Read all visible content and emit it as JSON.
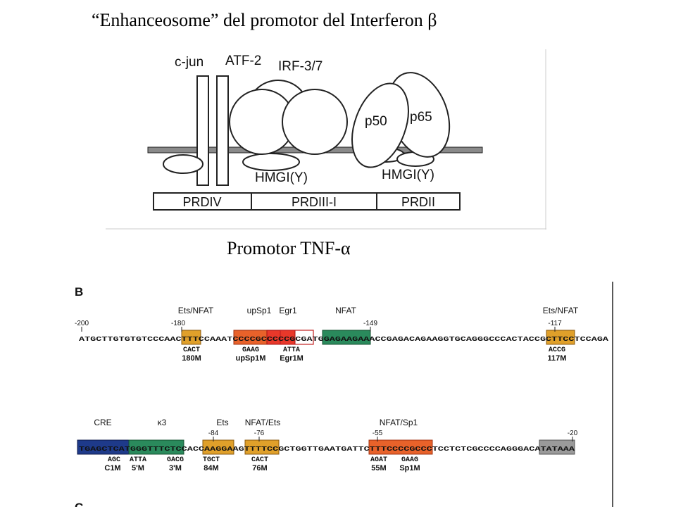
{
  "title": "“Enhanceosome”  del promotor del Interferon β",
  "subtitle": "Promotor TNF-α",
  "enhanceosome": {
    "factors": {
      "cjun": "c-jun",
      "atf2": "ATF-2",
      "irf": "IRF-3/7",
      "p50": "p50",
      "p65": "p65"
    },
    "hmgi_left": "HMGI(Y)",
    "hmgi_right": "HMGI(Y)",
    "regions": [
      "PRDIV",
      "PRDIII-I",
      "PRDII"
    ]
  },
  "promoter": {
    "panel_label": "B",
    "next_panel_label": "C",
    "row1": {
      "sequence": "ATGCTTGTGTGTCCCAACTTTCCAAATCCCCGCCCCCGCGATGGAGAAGAAACCGAGACAGAAGGTGCAGGGCCCACTACCGCTTCCTCCAGA",
      "positions": [
        {
          "label": "-200"
        },
        {
          "label": "-180"
        },
        {
          "label": "-149"
        },
        {
          "label": "-117"
        }
      ],
      "sites": [
        {
          "name": "Ets/NFAT",
          "color": "#e0a02a"
        },
        {
          "name": "upSp1",
          "color": "#e8622a"
        },
        {
          "name": "Egr1",
          "color": "#e8382a"
        },
        {
          "name": "NFAT",
          "color": "#2a8a5c"
        },
        {
          "name": "Ets/NFAT",
          "color": "#e0a02a"
        }
      ],
      "mutations": [
        {
          "seq": "CACT",
          "name": "180M"
        },
        {
          "seq": "GAAG",
          "name": "upSp1M"
        },
        {
          "seq": "ATTA",
          "name": "Egr1M"
        },
        {
          "seq": "ACCG",
          "name": "117M"
        }
      ]
    },
    "row2": {
      "sequence": "TGAGCTCATGGGTTTCTCCACCAAGGAAGTTTTCCGCTGGTTGAATGATTCTTTCCCCGCCCTCCTCTCGCCCCAGGGACATATAAA",
      "positions": [
        {
          "label": "-84"
        },
        {
          "label": "-76"
        },
        {
          "label": "-55"
        },
        {
          "label": "-20"
        }
      ],
      "sites": [
        {
          "name": "CRE",
          "color": "#1e3a8a"
        },
        {
          "name": "κ3",
          "color": "#2a8a5c"
        },
        {
          "name": "Ets",
          "color": "#e0a02a"
        },
        {
          "name": "NFAT/Ets",
          "color": "#e0a02a"
        },
        {
          "name": "NFAT/Sp1",
          "color": "#e8622a"
        },
        {
          "name": "",
          "color": "#9a9a9a"
        }
      ],
      "mutations": [
        {
          "seq": "AGC",
          "name": "C1M"
        },
        {
          "seq": "ATTA",
          "name": "5'M"
        },
        {
          "seq": "GACG",
          "name": "3'M"
        },
        {
          "seq": "TGCT",
          "name": "84M"
        },
        {
          "seq": "CACT",
          "name": "76M"
        },
        {
          "seq": "AGAT",
          "name": "55M"
        },
        {
          "seq": "GAAG",
          "name": "Sp1M"
        }
      ]
    }
  }
}
